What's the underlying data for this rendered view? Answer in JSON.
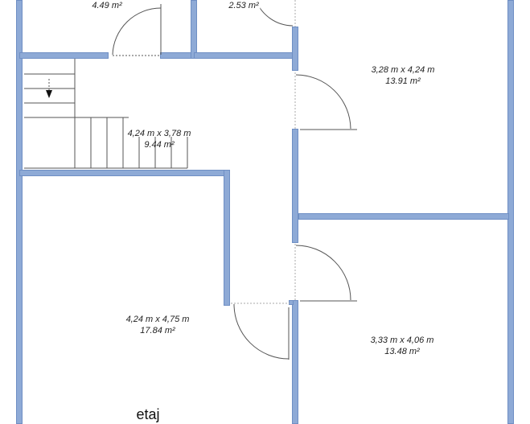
{
  "plan": {
    "wall_color": "#8eaad6",
    "wall_border_color": "#6f8fc4",
    "line_color": "#555555"
  },
  "rooms": [
    {
      "id": "top-left-room",
      "dimensions": "",
      "area": "4.49 m²"
    },
    {
      "id": "top-middle-room",
      "dimensions": "",
      "area": "2.53 m²"
    },
    {
      "id": "top-right-room",
      "dimensions": "3,28 m x 4,24 m",
      "area": "13.91 m²"
    },
    {
      "id": "hall-stairs",
      "dimensions": "4,24 m x 3,78 m",
      "area": "9.44 m²"
    },
    {
      "id": "bottom-left-room",
      "dimensions": "4,24 m x 4,75 m",
      "area": "17.84 m²"
    },
    {
      "id": "bottom-right-room",
      "dimensions": "3,33 m x 4,06 m",
      "area": "13.48 m²"
    }
  ],
  "floor_label": "etaj",
  "stairs": {
    "direction": "down",
    "arrow_icon": "arrow-down-icon"
  }
}
